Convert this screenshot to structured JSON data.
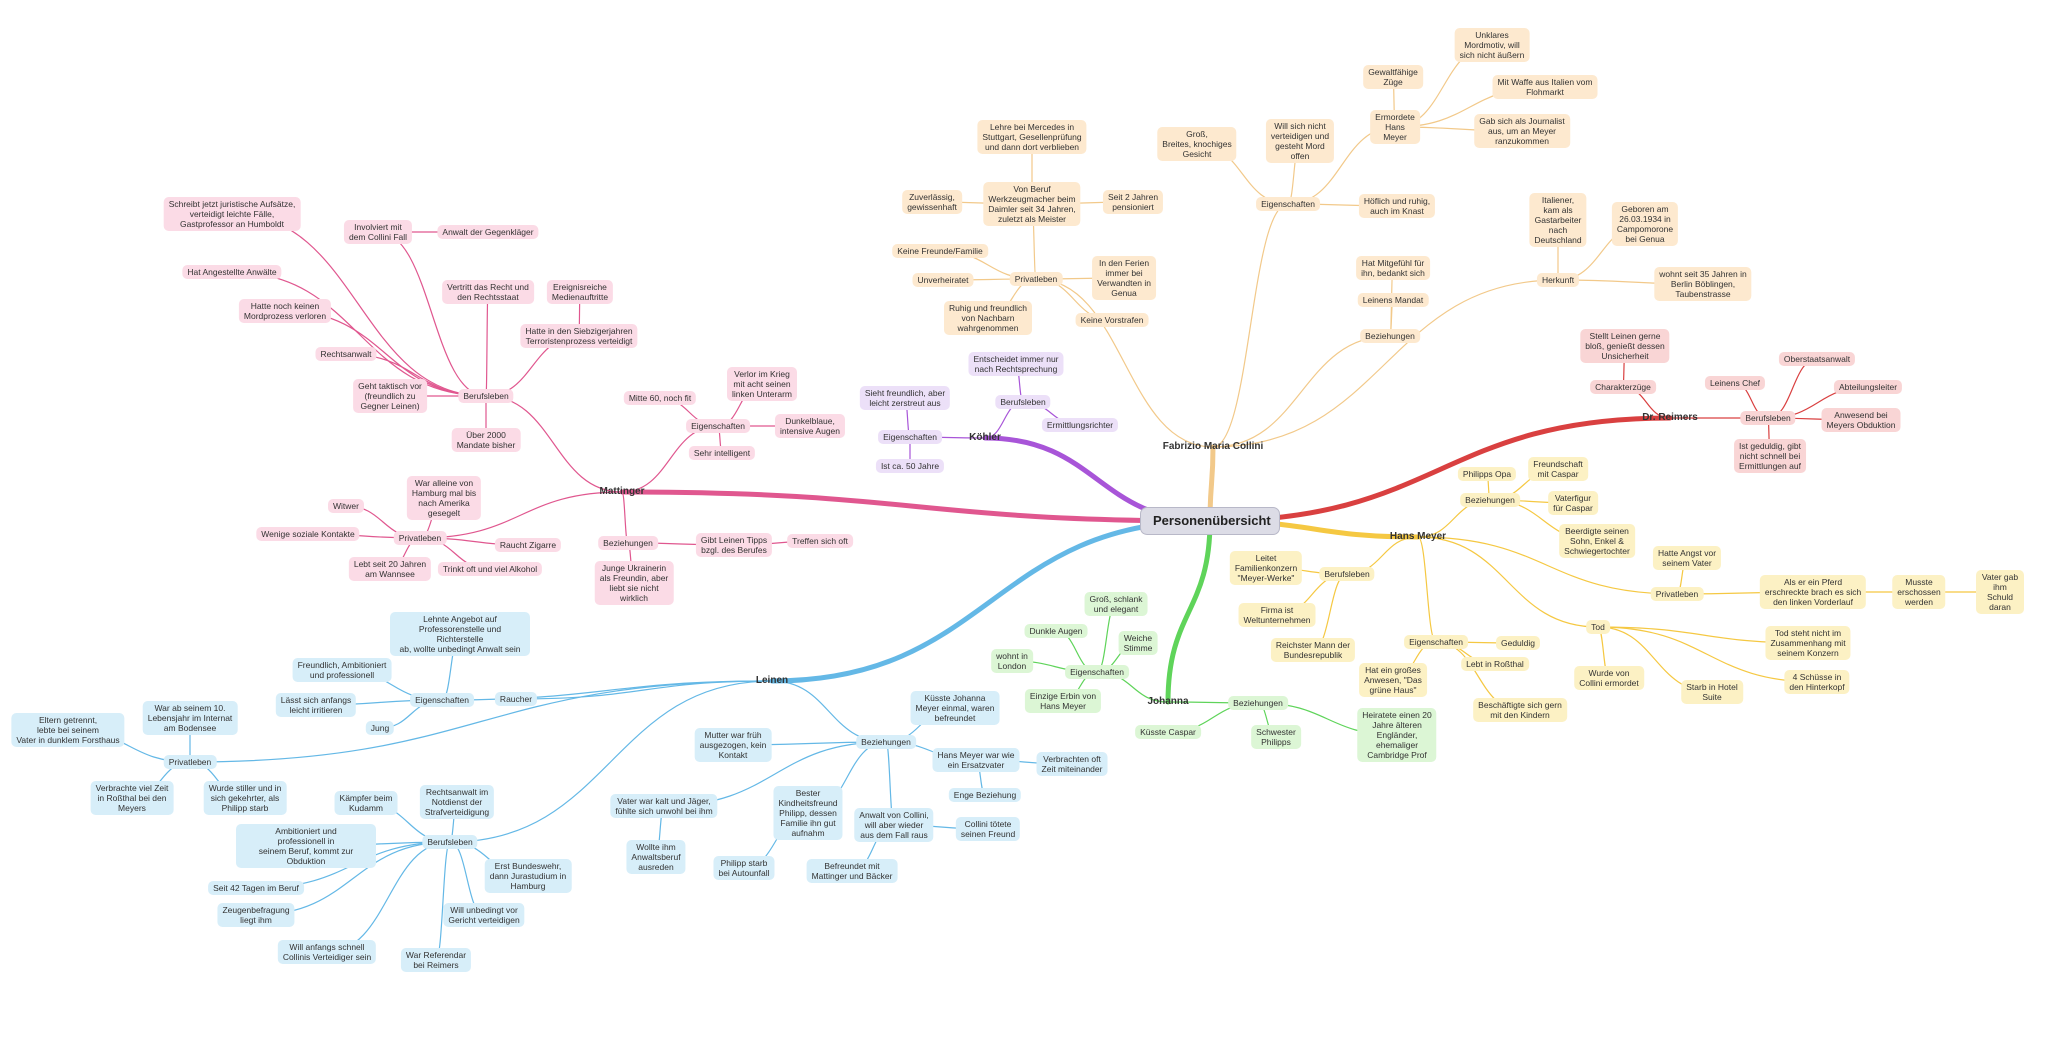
{
  "colors": {
    "pink": "#e0578f",
    "pink_bg": "#fbdbe6",
    "purple": "#a855d8",
    "purple_bg": "#ece0f8",
    "orange": "#f2c98a",
    "orange_bg": "#fde9cf",
    "red": "#d94040",
    "red_bg": "#f9d5d5",
    "yellow": "#f5c842",
    "yellow_bg": "#fcf1c4",
    "green": "#5fd45a",
    "green_bg": "#dcf6d5",
    "blue": "#64b8e6",
    "blue_bg": "#d7eef9",
    "root_bg": "#dcdce6"
  },
  "root": "Personenübersicht",
  "branches": {
    "mattinger": "Mattinger",
    "koehler": "Köhler",
    "collini": "Fabrizio Maria Collini",
    "reimers": "Dr. Reimers",
    "meyer": "Hans Meyer",
    "johanna": "Johanna",
    "leinen": "Leinen"
  },
  "nodes": {
    "m_beruf": "Berufsleben",
    "m_b1": "Schreibt jetzt juristische Aufsätze,\nverteidigt leichte Fälle,\nGastprofessor an Humboldt",
    "m_b2": "Involviert mit\ndem Collini Fall",
    "m_b2a": "Anwalt der Gegenkläger",
    "m_b3": "Hat Angestellte Anwälte",
    "m_b4": "Hatte noch keinen\nMordprozess verloren",
    "m_b5": "Rechtsanwalt",
    "m_b6": "Geht taktisch vor\n(freundlich zu\nGegner Leinen)",
    "m_b7": "Über 2000\nMandate bisher",
    "m_b8": "Vertritt das Recht und\nden Rechtsstaat",
    "m_b9": "Hatte in den Siebzigerjahren\nTerroristenprozess verteidigt",
    "m_b9a": "Ereignisreiche\nMedienauftritte",
    "m_eig": "Eigenschaften",
    "m_e1": "Mitte 60, noch fit",
    "m_e2": "Verlor im Krieg\nmit acht seinen\nlinken Unterarm",
    "m_e3": "Dunkelblaue,\nintensive Augen",
    "m_e4": "Sehr intelligent",
    "m_priv": "Privatleben",
    "m_p1": "Witwer",
    "m_p2": "War alleine von\nHamburg mal bis\nnach Amerika\ngesegelt",
    "m_p3": "Wenige soziale Kontakte",
    "m_p4": "Raucht Zigarre",
    "m_p5": "Lebt seit 20 Jahren\nam Wannsee",
    "m_p6": "Trinkt oft und viel Alkohol",
    "m_bez": "Beziehungen",
    "m_z1": "Gibt Leinen Tipps\nbzgl. des Berufes",
    "m_z1a": "Treffen sich oft",
    "m_z2": "Junge Ukrainerin\nals Freundin, aber\nliebt sie nicht\nwirklich",
    "k_beruf": "Berufsleben",
    "k_b1": "Entscheidet immer nur\nnach Rechtsprechung",
    "k_b2": "Ermittlungsrichter",
    "k_eig": "Eigenschaften",
    "k_e1": "Sieht freundlich, aber\nleicht zerstreut aus",
    "k_e2": "Ist ca. 50 Jahre",
    "c_priv": "Privatleben",
    "c_p1": "Von Beruf\nWerkzeugmacher beim\nDaimler seit 34 Jahren,\nzuletzt als Meister",
    "c_p1a": "Lehre bei Mercedes in\nStuttgart, Gesellenprüfung\nund dann dort verblieben",
    "c_p1b": "Zuverlässig,\ngewissenhaft",
    "c_p1c": "Seit 2 Jahren\npensioniert",
    "c_p2": "Keine Freunde/Familie",
    "c_p3": "Unverheiratet",
    "c_p4": "In den Ferien\nimmer bei\nVerwandten in\nGenua",
    "c_p5": "Ruhig und freundlich\nvon Nachbarn\nwahrgenommen",
    "c_p6": "Keine Vorstrafen",
    "c_eig": "Eigenschaften",
    "c_e1": "Groß,\nBreites, knochiges\nGesicht",
    "c_e2": "Will sich nicht\nverteidigen und\ngesteht Mord\noffen",
    "c_e3": "Ermordete\nHans\nMeyer",
    "c_e3a": "Gewaltfähige\nZüge",
    "c_e3b": "Unklares\nMordmotiv, will\nsich nicht äußern",
    "c_e3c": "Mit Waffe aus Italien vom\nFlohmarkt",
    "c_e3d": "Gab sich als Journalist\naus, um an Meyer\nranzukommen",
    "c_e4": "Höflich und ruhig,\nauch im Knast",
    "c_bez": "Beziehungen",
    "c_z1": "Hat Mitgefühl für\nihn, bedankt sich",
    "c_z2": "Leinens Mandat",
    "c_her": "Herkunft",
    "c_h1": "Italiener,\nkam als\nGastarbeiter\nnach\nDeutschland",
    "c_h2": "Geboren am\n26.03.1934 in\nCampomorone\nbei Genua",
    "c_h3": "wohnt seit 35 Jahren in\nBerlin Böblingen,\nTaubenstrasse",
    "r_char": "Charakterzüge",
    "r_c1": "Stellt Leinen gerne\nbloß, genießt dessen\nUnsicherheit",
    "r_beruf": "Berufsleben",
    "r_b1": "Leinens Chef",
    "r_b2": "Oberstaatsanwalt",
    "r_b3": "Abteilungsleiter",
    "r_b4": "Anwesend bei\nMeyers Obduktion",
    "r_b5": "Ist geduldig, gibt\nnicht schnell bei\nErmittlungen auf",
    "h_bez": "Beziehungen",
    "h_z1": "Philipps Opa",
    "h_z2": "Freundschaft\nmit Caspar",
    "h_z3": "Vaterfigur\nfür Caspar",
    "h_z4": "Beerdigte seinen\nSohn, Enkel &\nSchwiegertochter",
    "h_beruf": "Berufsleben",
    "h_b1": "Leitet\nFamilienkonzern\n\"Meyer-Werke\"",
    "h_b2": "Firma ist\nWeltunternehmen",
    "h_b3": "Reichster Mann der\nBundesrepublik",
    "h_eig": "Eigenschaften",
    "h_e1": "Geduldig",
    "h_e2": "Lebt in Roßthal",
    "h_e3": "Hat ein großes\nAnwesen, \"Das\ngrüne Haus\"",
    "h_e4": "Beschäftigte sich gern\nmit den Kindern",
    "h_priv": "Privatleben",
    "h_p1": "Hatte Angst vor\nseinem Vater",
    "h_p2": "Als er ein Pferd\nerschreckte brach es sich\nden linken Vorderlauf",
    "h_p3": "Musste\nerschossen\nwerden",
    "h_p4": "Vater gab ihm\nSchuld daran",
    "h_tod": "Tod",
    "h_t1": "Tod steht nicht im\nZusammenhang mit\nseinem Konzern",
    "h_t2": "4 Schüsse in\nden Hinterkopf",
    "h_t3": "Wurde von\nCollini ermordet",
    "h_t4": "Starb in Hotel\nSuite",
    "j_eig": "Eigenschaften",
    "j_e1": "Groß, schlank\nund elegant",
    "j_e2": "Dunkle Augen",
    "j_e3": "Weiche\nStimme",
    "j_e4": "wohnt in\nLondon",
    "j_e5": "Einzige Erbin von\nHans Meyer",
    "j_bez": "Beziehungen",
    "j_z1": "Küsste Caspar",
    "j_z2": "Schwester\nPhilipps",
    "j_z3": "Heiratete einen 20\nJahre älteren\nEngländer,\nehemaliger\nCambridge Prof",
    "l_raucher": "Raucher",
    "l_eig": "Eigenschaften",
    "l_e1": "Lehnte Angebot auf\nProfessorenstelle und Richterstelle\nab, wollte unbedingt Anwalt sein",
    "l_e2": "Freundlich, Ambitioniert\nund professionell",
    "l_e3": "Lässt sich anfangs\nleicht irritieren",
    "l_e4": "Jung",
    "l_priv": "Privatleben",
    "l_p1": "War ab seinem 10.\nLebensjahr im Internat\nam Bodensee",
    "l_p2": "Eltern getrennt,\nlebte bei seinem\nVater in dunklem Forsthaus",
    "l_p3": "Verbrachte viel Zeit\nin Roßthal bei den\nMeyers",
    "l_p4": "Wurde stiller und in\nsich gekehrter, als\nPhilipp starb",
    "l_bez": "Beziehungen",
    "l_z1": "Küsste Johanna\nMeyer einmal, waren\nbefreundet",
    "l_z2": "Mutter war früh\nausgezogen, kein\nKontakt",
    "l_z3": "Hans Meyer war wie\nein Ersatzvater",
    "l_z3a": "Verbrachten oft\nZeit miteinander",
    "l_z3b": "Enge Beziehung",
    "l_z4": "Vater war kalt und Jäger,\nfühlte sich unwohl bei ihm",
    "l_z4a": "Wollte ihm\nAnwaltsberuf\nausreden",
    "l_z5": "Bester\nKindheitsfreund\nPhilipp, dessen\nFamilie ihn gut\naufnahm",
    "l_z5a": "Philipp starb\nbei Autounfall",
    "l_z6": "Anwalt von Collini,\nwill aber wieder\naus dem Fall raus",
    "l_z6a": "Collini tötete\nseinen Freund",
    "l_z6b": "Befreundet mit\nMattinger und Bäcker",
    "l_beruf": "Berufsleben",
    "l_b1": "Kämpfer beim\nKudamm",
    "l_b2": "Rechtsanwalt im\nNotdienst der\nStrafverteidigung",
    "l_b3": "Ambitioniert und\nprofessionell in\nseinem Beruf, kommt zur Obduktion",
    "l_b4": "Erst Bundeswehr,\ndann Jurastudium in\nHamburg",
    "l_b5": "Seit 42 Tagen im Beruf",
    "l_b6": "Zeugenbefragung\nliegt ihm",
    "l_b7": "Will unbedingt vor\nGericht verteidigen",
    "l_b8": "Will anfangs schnell\nCollinis Verteidiger sein",
    "l_b9": "War Referendar\nbei Reimers"
  }
}
